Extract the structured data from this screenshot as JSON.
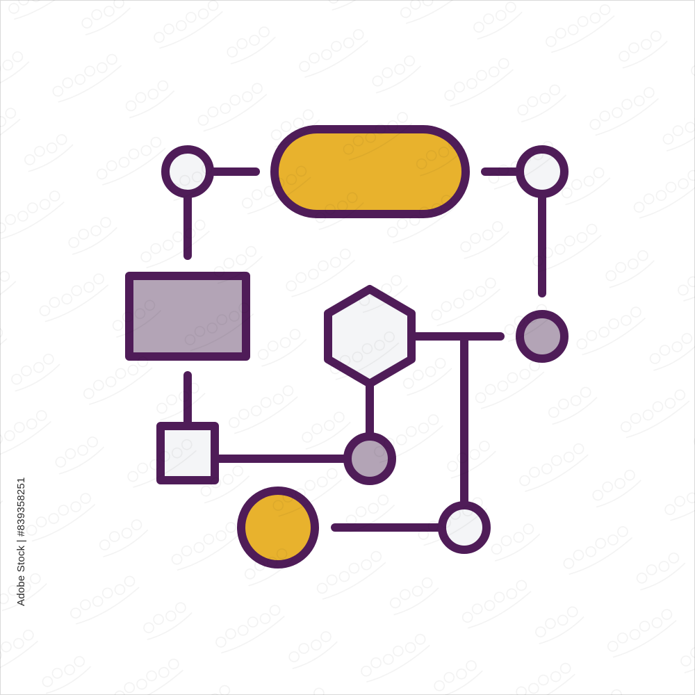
{
  "colors": {
    "stroke": "#4f1c58",
    "gold": "#e8b22d",
    "lavender": "#b3a4b6",
    "white_fill": "#f4f5f7",
    "background": "#ffffff",
    "border": "#d9d9d9"
  },
  "icon": {
    "name": "flowchart-icon",
    "shapes": [
      "terminal-pill",
      "process-rectangle",
      "decision-hexagon",
      "small-square",
      "connector-circles"
    ]
  },
  "stock_id": "Adobe Stock | #839358251"
}
